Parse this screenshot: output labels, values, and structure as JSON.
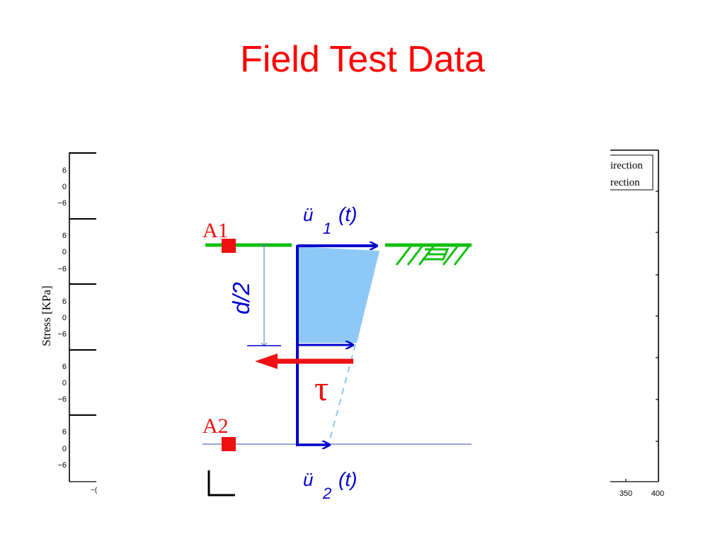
{
  "slide": {
    "title": "Field Test Data",
    "title_color": "#ff0000"
  },
  "left_plot": {
    "ylabel": "Stress [KPa]",
    "panel_ticks": [
      "6",
      "0",
      "−6"
    ],
    "panel_count": 5,
    "x_tick_partial": "−("
  },
  "right_plot": {
    "legend_entries": [
      "irection",
      "rection"
    ],
    "x_ticks": [
      "350",
      "400"
    ]
  },
  "diagram": {
    "point_top_label": "A1",
    "point_bottom_label": "A2",
    "accel_top_symbol": "ü",
    "accel_top_index": "1",
    "accel_top_arg": "(t)",
    "accel_bottom_symbol": "ü",
    "accel_bottom_index": "2",
    "accel_bottom_arg": "(t)",
    "depth_label": "d/2",
    "shear_label": "τ",
    "colors": {
      "ground_line": "#10c010",
      "profile": "#0000cc",
      "fill": "#8ec8f6",
      "shear_arrow": "#ee1111",
      "point_marker": "#ee1111",
      "thin_line": "#5575c0"
    }
  }
}
